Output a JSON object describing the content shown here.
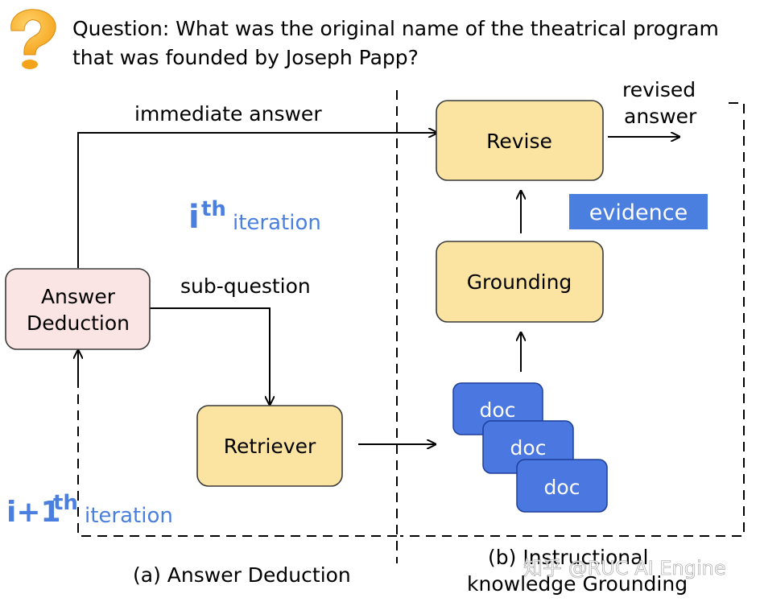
{
  "question": {
    "line1": "Question: What was the original name of the theatrical program",
    "line2": "that was founded by Joseph Papp?",
    "icon": "question-mark-icon"
  },
  "nodes": {
    "answer_deduction": [
      "Answer",
      "Deduction"
    ],
    "retriever": "Retriever",
    "revise": "Revise",
    "grounding": "Grounding",
    "docs": [
      "doc",
      "doc",
      "doc"
    ]
  },
  "edges": {
    "immediate_answer": "immediate answer",
    "sub_question": "sub-question",
    "revised_answer": [
      "revised",
      "answer"
    ]
  },
  "labels": {
    "ith_main": "i",
    "ith_sup": "th",
    "ith_rest": "iteration",
    "next_main": "i+1",
    "next_sup": "th",
    "next_rest": "iteration",
    "evidence": "evidence",
    "section_a": "(a) Answer Deduction",
    "section_b": [
      "(b) Instructional",
      "knowledge Grounding"
    ],
    "watermark": "知乎 @RUC AI Engine"
  },
  "colors": {
    "node_yellow": "#fbe3a1",
    "node_pink": "#fbe4e4",
    "doc_blue": "#4a78e0",
    "evidence_blue": "#4a7fe0",
    "iteration_blue": "#4a7fe0"
  }
}
